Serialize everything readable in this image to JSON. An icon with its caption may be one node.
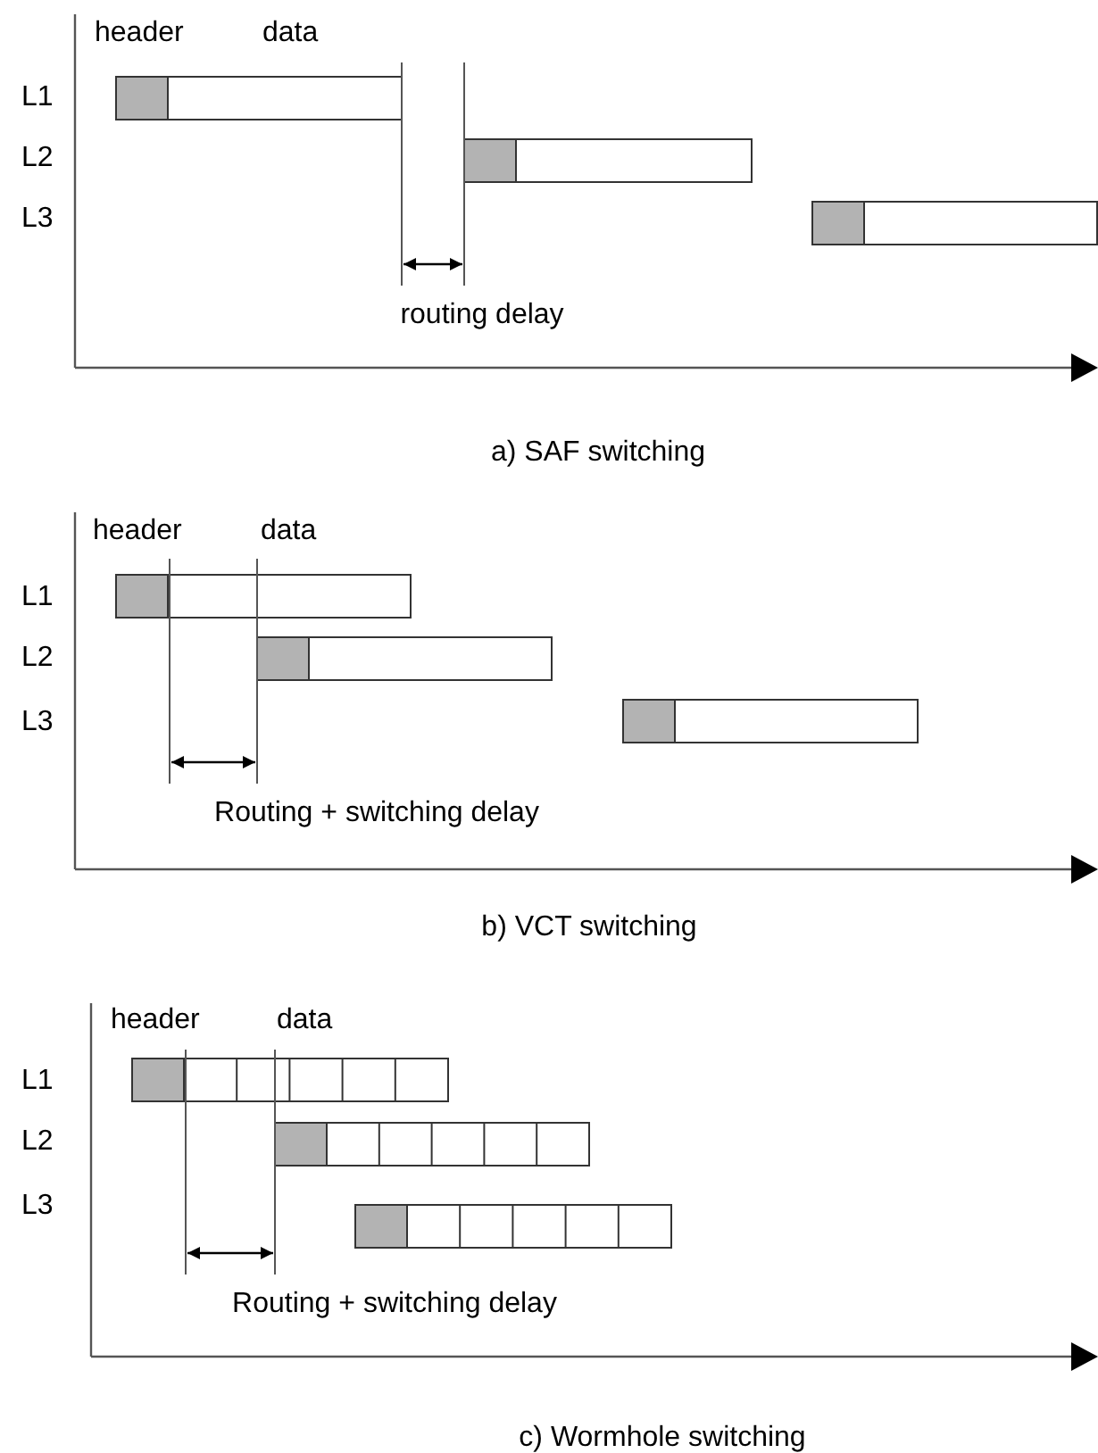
{
  "diagram": {
    "labels": [
      "header",
      "data",
      "L1",
      "L2",
      "L3",
      "routing delay",
      "a) SAF switching",
      "header",
      "data",
      "L1",
      "L2",
      "L3",
      "Routing + switching delay",
      "b) VCT switching",
      "header",
      "data",
      "L1",
      "L2",
      "L3",
      "Routing + switching delay",
      "c) Wormhole switching"
    ]
  }
}
